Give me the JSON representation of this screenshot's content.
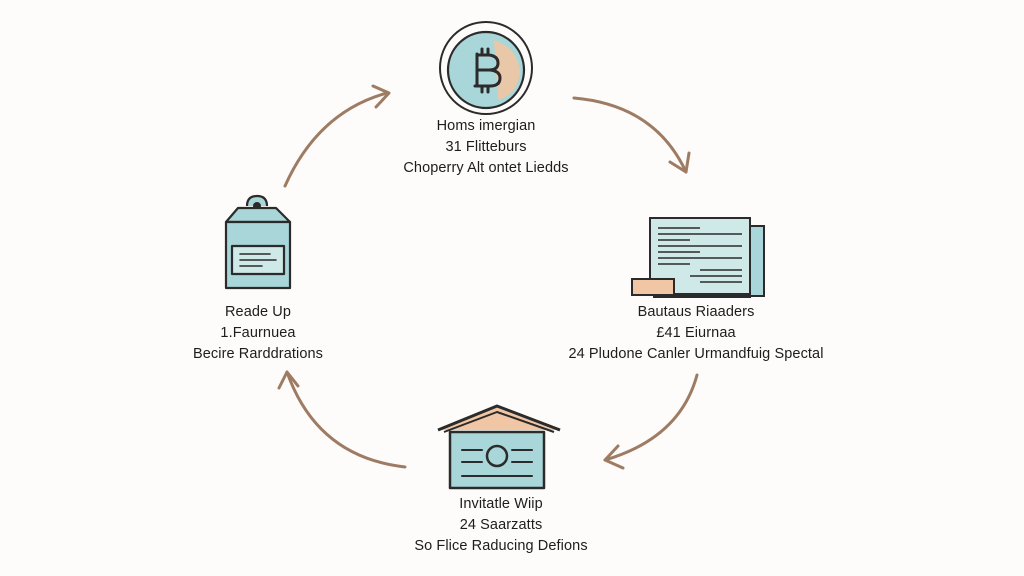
{
  "colors": {
    "ink": "#2b2b2b",
    "arrow": "#9e7b63",
    "fill_blue": "#a9d6d8",
    "fill_peach": "#f0c6a4",
    "background": "#fdfcfa"
  },
  "nodes": {
    "top": {
      "icon": "bitcoin-coin-icon",
      "lines": [
        "Homs imergian",
        "31 Flitteburs",
        "Choperry Alt ontet Liedds"
      ]
    },
    "right": {
      "icon": "document-stack-icon",
      "lines": [
        "Bautaus Riaaders",
        "£41 Eiurnaa",
        "24 Pludone Canler Urmandfuig Spectal"
      ]
    },
    "bottom": {
      "icon": "warehouse-icon",
      "lines": [
        "Invitatle Wiip",
        "24 Saarzatts",
        "So Flice Raducing Defions"
      ]
    },
    "left": {
      "icon": "clipboard-icon",
      "lines": [
        "Reade Up",
        "1.Faurnuea",
        "Becire Rarddrations"
      ]
    }
  },
  "arrows": [
    "top-to-right",
    "right-to-bottom",
    "bottom-to-left",
    "left-to-top"
  ]
}
